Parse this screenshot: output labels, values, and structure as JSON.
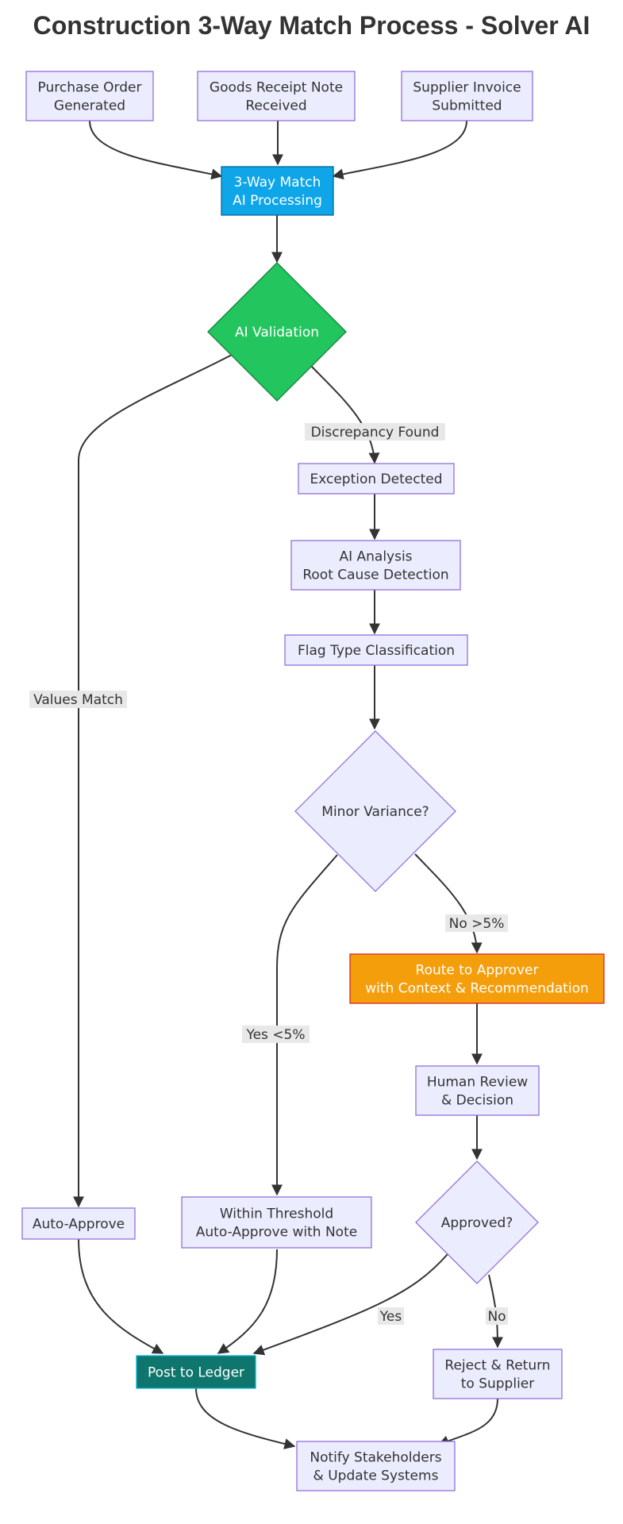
{
  "title": "Construction 3-Way Match Process - Solver AI",
  "colors": {
    "default_fill": "#ececff",
    "default_stroke": "#9370db",
    "processing_fill": "#0ea5e9",
    "validation_fill": "#22c55e",
    "route_fill": "#f59e0b",
    "ledger_fill": "#0f766e",
    "edge": "#333333"
  },
  "nodes": {
    "purchase_order": [
      "Purchase Order",
      "Generated"
    ],
    "goods_receipt": [
      "Goods Receipt Note",
      "Received"
    ],
    "supplier_invoice": [
      "Supplier Invoice",
      "Submitted"
    ],
    "three_way_match": [
      "3-Way Match",
      "AI Processing"
    ],
    "ai_validation": [
      "AI Validation"
    ],
    "exception_detected": [
      "Exception Detected"
    ],
    "ai_analysis": [
      "AI Analysis",
      "Root Cause Detection"
    ],
    "flag_type": [
      "Flag Type Classification"
    ],
    "minor_variance": [
      "Minor Variance?"
    ],
    "route_to_approver": [
      "Route to Approver",
      "with Context & Recommendation"
    ],
    "human_review": [
      "Human Review",
      "& Decision"
    ],
    "approved": [
      "Approved?"
    ],
    "auto_approve": [
      "Auto-Approve"
    ],
    "within_threshold": [
      "Within Threshold",
      "Auto-Approve with Note"
    ],
    "post_to_ledger": [
      "Post to Ledger"
    ],
    "reject_return": [
      "Reject & Return",
      "to Supplier"
    ],
    "notify": [
      "Notify Stakeholders",
      "& Update Systems"
    ]
  },
  "edge_labels": {
    "discrepancy": "Discrepancy Found",
    "values_match": "Values Match",
    "no_5": "No >5%",
    "yes_5": "Yes <5%",
    "yes": "Yes",
    "no": "No"
  }
}
